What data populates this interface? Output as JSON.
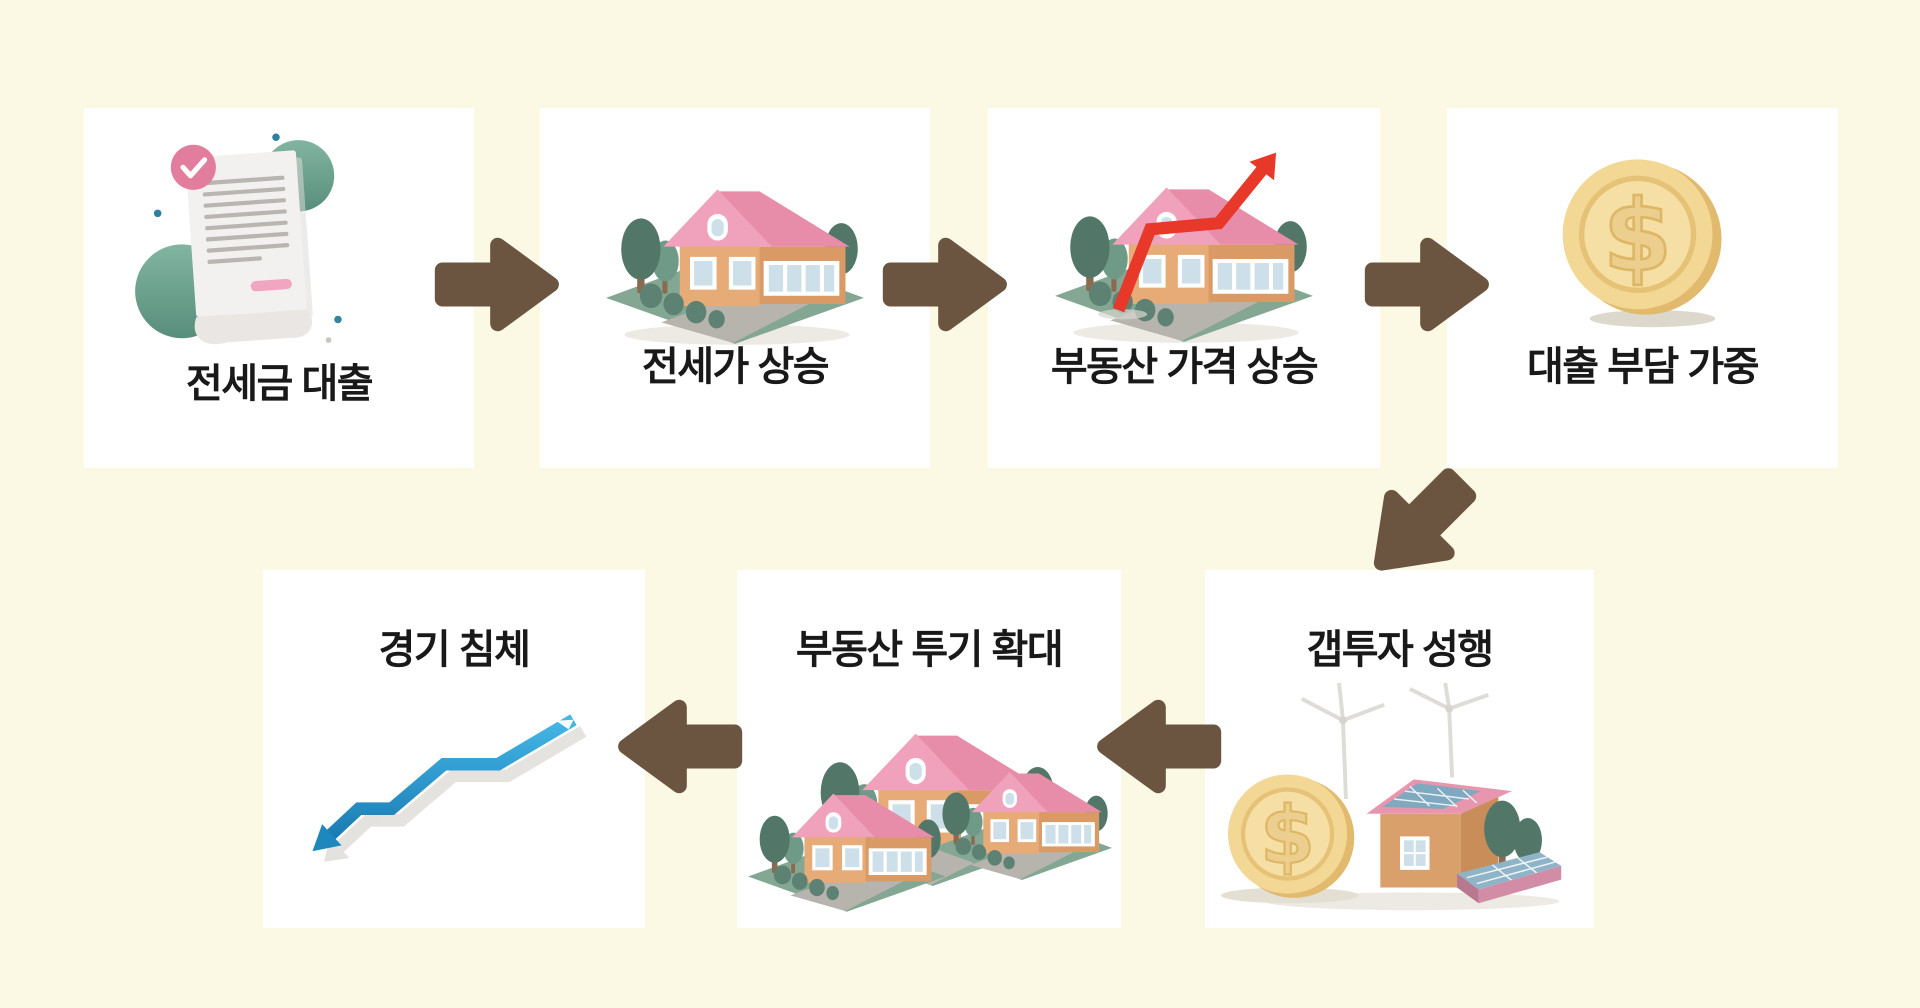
{
  "page": {
    "background_color": "#fbf8e3",
    "card_color": "#ffffff",
    "arrow_color": "#6b5540",
    "text_color": "#191919"
  },
  "flow": {
    "steps": [
      {
        "label": "전세금 대출",
        "icon": "loan-document-icon"
      },
      {
        "label": "전세가 상승",
        "icon": "house-icon"
      },
      {
        "label": "부동산 가격 상승",
        "icon": "house-price-rise-icon"
      },
      {
        "label": "대출 부담 가중",
        "icon": "dollar-coin-icon"
      },
      {
        "label": "갭투자 성행",
        "icon": "gap-investment-icon"
      },
      {
        "label": "부동산 투기 확대",
        "icon": "multiple-houses-icon"
      },
      {
        "label": "경기 침체",
        "icon": "declining-chart-icon"
      }
    ],
    "connections": [
      {
        "from": "전세금 대출",
        "to": "전세가 상승",
        "direction": "right"
      },
      {
        "from": "전세가 상승",
        "to": "부동산 가격 상승",
        "direction": "right"
      },
      {
        "from": "부동산 가격 상승",
        "to": "대출 부담 가중",
        "direction": "right"
      },
      {
        "from": "대출 부담 가중",
        "to": "갭투자 성행",
        "direction": "down-left"
      },
      {
        "from": "갭투자 성행",
        "to": "부동산 투기 확대",
        "direction": "left"
      },
      {
        "from": "부동산 투기 확대",
        "to": "경기 침체",
        "direction": "left"
      }
    ]
  }
}
